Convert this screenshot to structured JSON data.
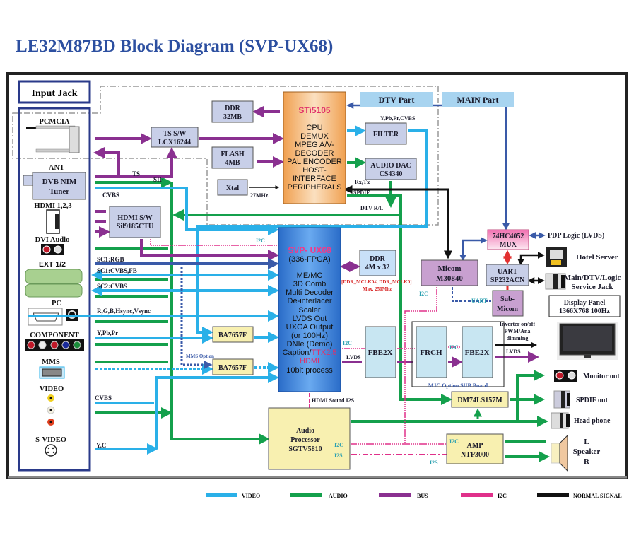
{
  "title": "LE32M87BD Block Diagram (SVP-UX68)",
  "colors": {
    "video": "#2ab0e8",
    "audio": "#14a04c",
    "bus": "#8a3090",
    "i2c": "#e0308a",
    "normal": "#111111",
    "control": "#3a5aa8",
    "title": "#2c4fa0"
  },
  "input_jack": {
    "header": "Input Jack",
    "items": {
      "pcmcia": "PCMCIA",
      "ant": "ANT",
      "tuner": [
        "DVB NIM",
        "Tuner"
      ],
      "hdmi": "HDMI 1,2,3",
      "dvi_audio": "DVI Audio",
      "ext": "EXT 1/2",
      "pc": "PC",
      "component": "COMPONENT",
      "mms": "MMS",
      "video": "VIDEO",
      "svideo": "S-VIDEO"
    }
  },
  "sections": {
    "dtv": "DTV Part",
    "main": "MAIN Part"
  },
  "blocks": {
    "ddr32": [
      "DDR",
      "32MB"
    ],
    "flash": [
      "FLASH",
      "4MB"
    ],
    "xtal": "Xtal",
    "ts_sw": [
      "TS S/W",
      "LCX16244"
    ],
    "sti": {
      "name": "STi5105",
      "lines": [
        "CPU",
        "DEMUX",
        "MPEG A/V-",
        "DECODER",
        "PAL ENCODER",
        "HOST-",
        "INTERFACE",
        "PERIPHERALS"
      ]
    },
    "filter": "FILTER",
    "audio_dac": [
      "AUDIO DAC",
      "CS4340"
    ],
    "hdmi_sw": [
      "HDMI S/W",
      "Sil9185CTU"
    ],
    "svp": {
      "name": "SVP- UX68",
      "sub": "(336-FPGA)",
      "lines": [
        "ME/MC",
        "3D Comb",
        "Multi Decoder",
        "De-interlacer",
        "Scaler",
        "LVDS Out",
        "UXGA Output",
        "(or 100Hz)",
        "DNIe (Demo)"
      ],
      "caption": "Caption/",
      "ttx": "TTX2.5",
      "hdmi": "HDMI",
      "last": "10bit process"
    },
    "ddr4m": [
      "DDR",
      "4M x 32"
    ],
    "micom": [
      "Micom",
      "M30840"
    ],
    "mux": [
      "74HC4052",
      "MUX"
    ],
    "uart": [
      "UART",
      "SP232ACN"
    ],
    "submicom": [
      "Sub-",
      "Micom"
    ],
    "display_panel": [
      "Display Panel",
      "1366X768 100Hz"
    ],
    "fbe2x_1": "FBE2X",
    "frch": "FRCH",
    "fbe2x_2": "FBE2X",
    "mjc_board": "MJC Option SUB Board",
    "ba1": "BA7657F",
    "ba2": "BA7657F",
    "dm74": "DM74LS157M",
    "audio_proc": [
      "Audio",
      "Processor",
      "SGTV5810"
    ],
    "amp": [
      "AMP",
      "NTP3000"
    ]
  },
  "signals": {
    "ts": "TS",
    "sif": "SIF",
    "cvbs1": "CVBS",
    "mhz": "27MHz",
    "ypbpr_cvbs": "Y,Pb,Pr,CVBS",
    "rxtx": "Rx,Tx",
    "spdif": "SPDIF",
    "dtv_rl": "DTV R/L",
    "i2c_hdmi": "I2C",
    "sc1rgb": "SC1:RGB",
    "sc1cvbs": "SC1:CVBS,FB",
    "sc2cvbs": "SC2:CVBS",
    "pc_rgb": "R,G,B,Hsync,Vsync",
    "ypbpr": "Y,Pb,Pr",
    "mms_option": "MMS Option",
    "cvbs2": "CVBS",
    "yc": "Y,C",
    "ddr_clk": "[DDR_MCLK0#, DDR_MCLK0]",
    "ddr_max": "Max. 250Mhz",
    "i2c_micom": "I2C",
    "uart": "UART",
    "i2c_svp": "I2C",
    "lvds1": "LVDS",
    "i2c_mjc": "I2C",
    "inverter": [
      "Inverter on/off",
      "PWM/Ana",
      "dimming"
    ],
    "lvds2": "LVDS",
    "hdmi_sound": "HDMI Sound I2S",
    "i2c_ap": "I2C",
    "i2s_ap": "I2S",
    "i2c_amp": "I2C",
    "i2s_amp": "I2S"
  },
  "outputs": {
    "pdp": "PDP Logic (LVDS)",
    "hotel": "Hotel Server",
    "service": [
      "Main/DTV/Logic",
      "Service Jack"
    ],
    "monitor": "Monitor out",
    "spdif": "SPDIF out",
    "headphone": "Head phone",
    "speaker": [
      "L",
      "Speaker",
      "R"
    ]
  },
  "legend": [
    {
      "label": "VIDEO",
      "color": "#2ab0e8"
    },
    {
      "label": "AUDIO",
      "color": "#14a04c"
    },
    {
      "label": "BUS",
      "color": "#8a3090"
    },
    {
      "label": "I2C",
      "color": "#e0308a"
    },
    {
      "label": "NORMAL SIGNAL",
      "color": "#111111"
    }
  ]
}
